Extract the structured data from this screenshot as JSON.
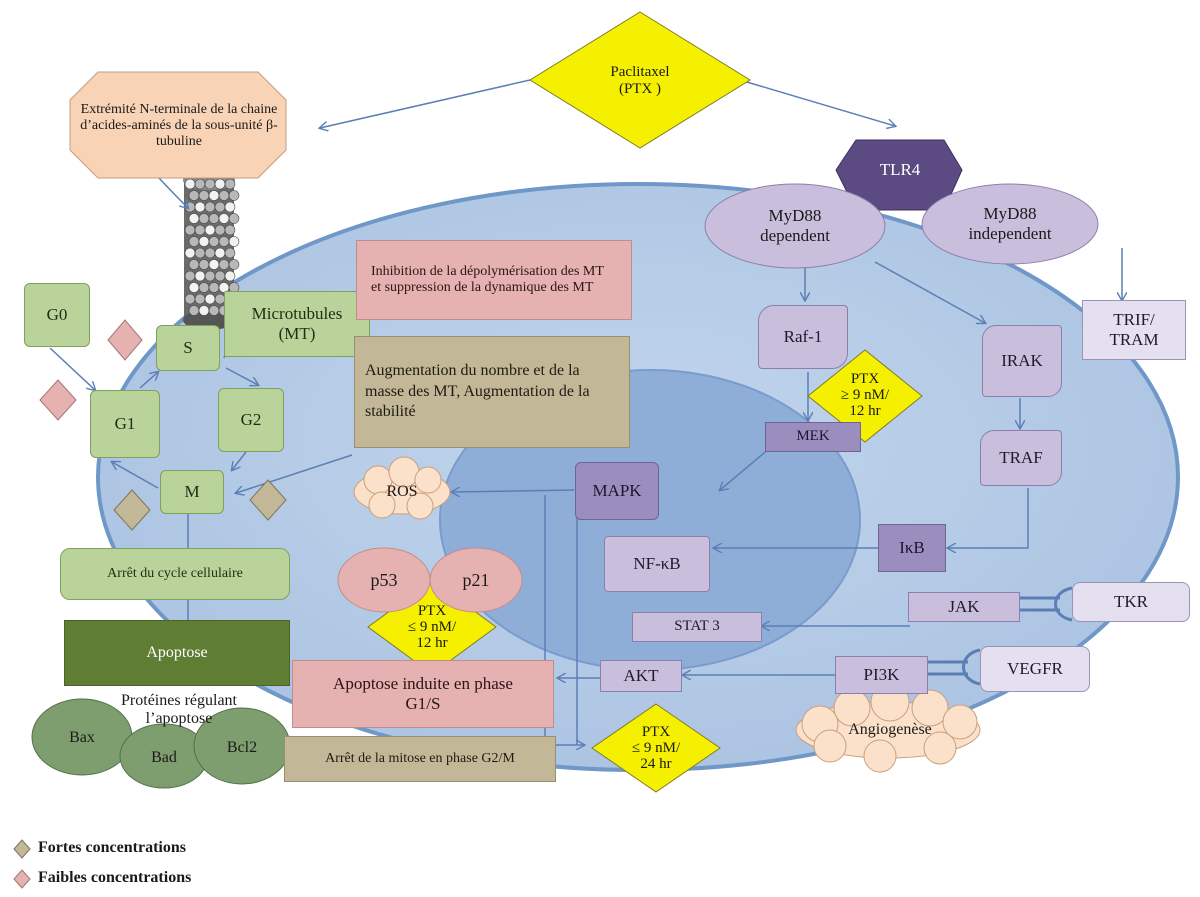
{
  "paclitaxel": "Paclitaxel\n(PTX )",
  "tubulin_note": "Extrémité N-terminale de la chaine d’acides-aminés de la sous-unité β-tubuline",
  "tlr4": "TLR4",
  "myd88_dep": "MyD88\ndependent",
  "myd88_indep": "MyD88\nindependent",
  "trif": "TRIF/\nTRAM",
  "raf1": "Raf-1",
  "irak": "IRAK",
  "traf": "TRAF",
  "ikb": "IκB",
  "mek": "MEK",
  "mapk": "MAPK",
  "nfkb": "NF-κB",
  "stat3": "STAT 3",
  "akt": "AKT",
  "jak": "JAK",
  "tkr": "TKR",
  "pi3k": "PI3K",
  "vegfr": "VEGFR",
  "angio": "Angiogenèse",
  "ros": "ROS",
  "p53": "p53",
  "p21": "p21",
  "ptx1": "PTX\n≥ 9 nM/\n12 hr",
  "ptx2": "PTX\n≤ 9 nM/\n12 hr",
  "ptx3": "PTX\n≤ 9 nM/\n24 hr",
  "g0": "G0",
  "g1": "G1",
  "s": "S",
  "g2": "G2",
  "m": "M",
  "microtubules": "Microtubules\n(MT)",
  "inhibition": "Inhibition de la dépolymérisation des MT et suppression de la dynamique des MT",
  "augmentation": "Augmentation du nombre et de la masse des MT, Augmentation de la stabilité",
  "arret_cycle": "Arrêt du cycle cellulaire",
  "apoptose": "Apoptose",
  "proteines": "Protéines régulant l’apoptose",
  "bax": "Bax",
  "bad": "Bad",
  "bcl2": "Bcl2",
  "apoptose_induite": "Apoptose induite en phase G1/S",
  "arret_mitose": "Arrêt de la mitose en phase G2/M",
  "legend": {
    "forte": "Fortes concentrations",
    "faible": "Faibles concentrations",
    "forte_color": "#c2b797",
    "faible_color": "#e6b1b1"
  },
  "colors": {
    "cell": "#b7cde6",
    "nucleus": "#8eaed8",
    "cell_border": "#6f97c8",
    "ptx_yellow": "#f5f000",
    "tlr4": "#5c4a82",
    "apoptose": "#5f7e33",
    "tubulin_note_bg": "#f9d3b5"
  }
}
